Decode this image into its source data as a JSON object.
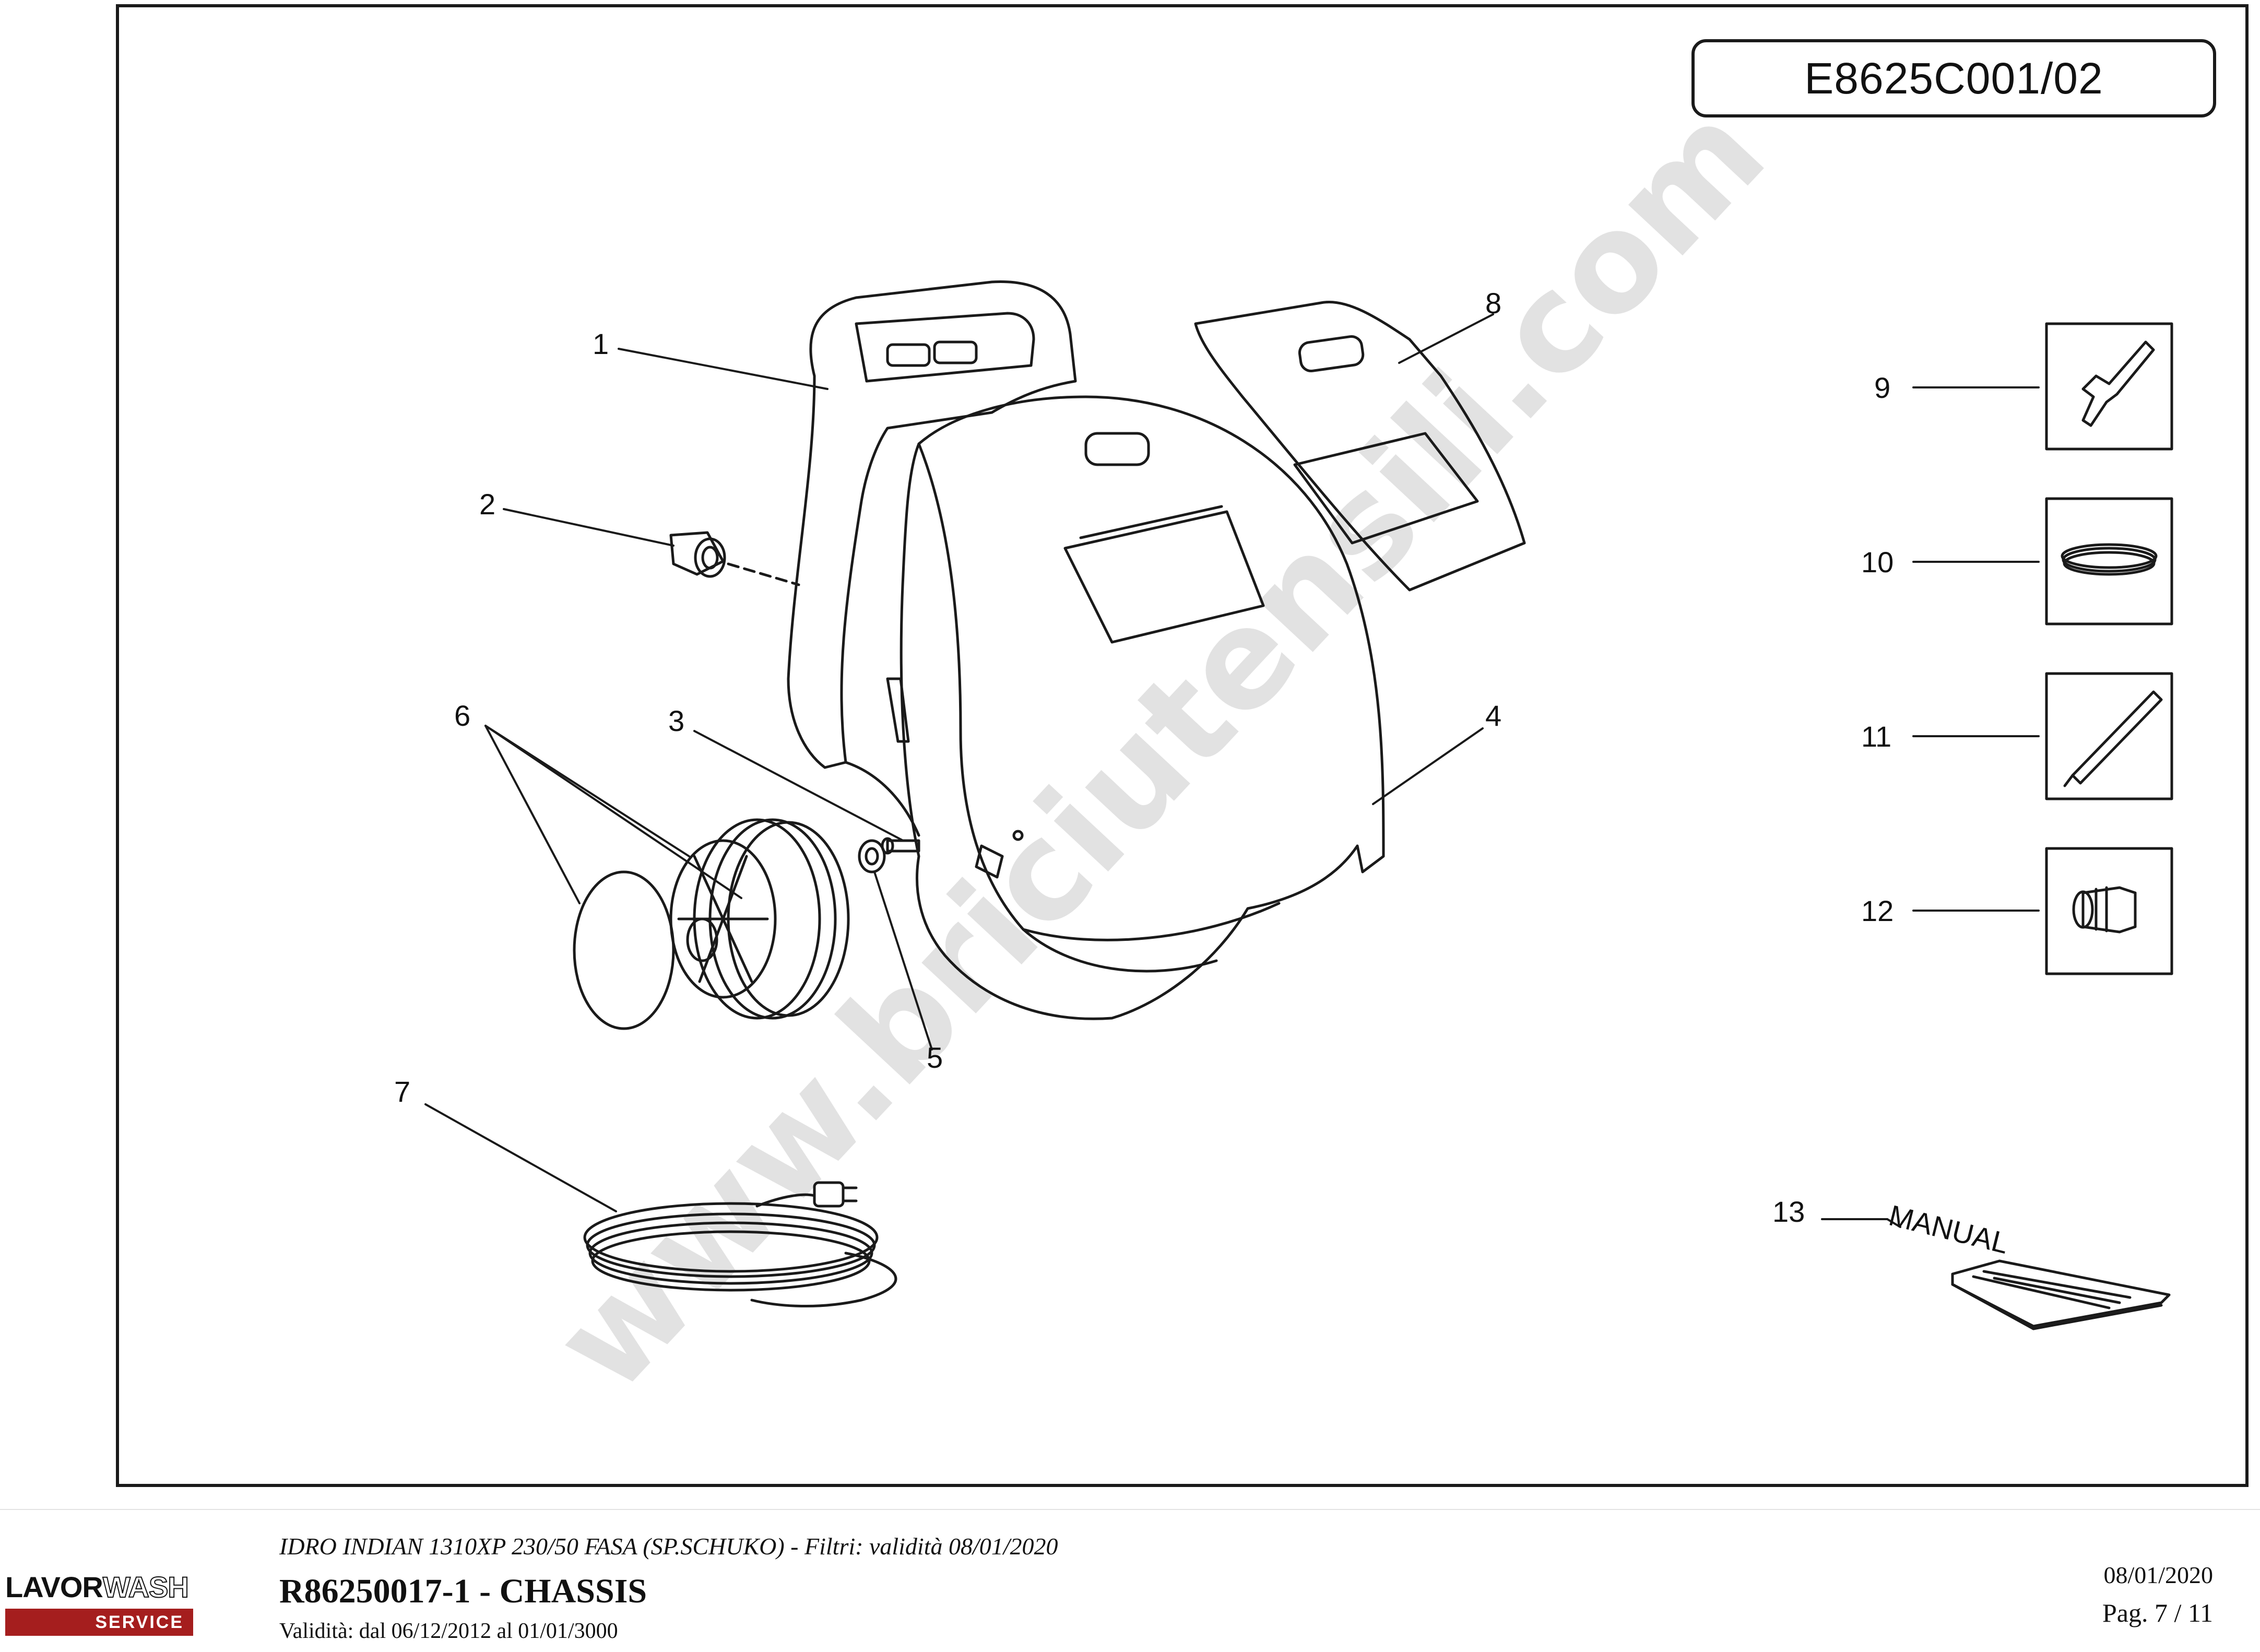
{
  "drawing": {
    "code": "E8625C001/02",
    "watermark": "www.briciutensili.com",
    "manual_label": "MANUAL",
    "callouts": [
      "1",
      "2",
      "3",
      "4",
      "5",
      "6",
      "7",
      "8",
      "9",
      "10",
      "11",
      "12",
      "13"
    ]
  },
  "footer": {
    "model_line": "IDRO INDIAN 1310XP 230/50 FASA (SP.SCHUKO) - Filtri: validità 08/01/2020",
    "title": "R86250017-1 - CHASSIS",
    "validity": "Validità: dal 06/12/2012 al 01/01/3000",
    "date": "08/01/2020",
    "page": "Pag. 7 / 11",
    "logo_part1": "LAVOR",
    "logo_part2": "WASH",
    "logo_service": "SERVICE"
  },
  "colors": {
    "line": "#1a1a1a",
    "logo_red": "#a51e1e",
    "watermark": "#d9d9d9"
  }
}
